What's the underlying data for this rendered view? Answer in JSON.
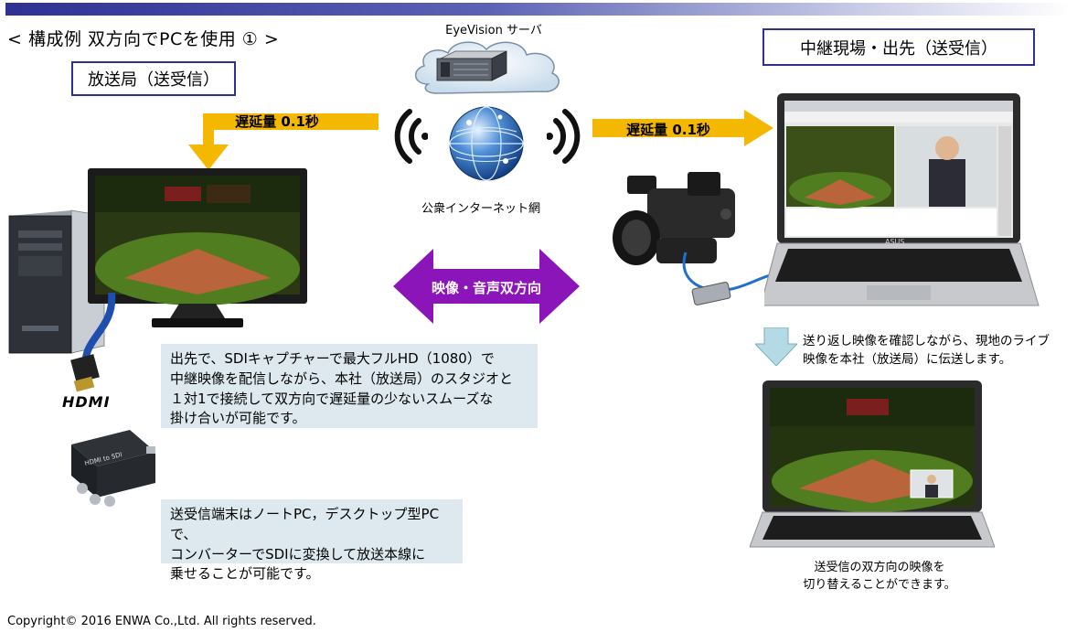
{
  "title": "< 構成例  双方向でPCを使用 ① >",
  "labels": {
    "broadcast_station": "放送局（送受信）",
    "relay_site": "中継現場・出先（送受信）",
    "server": "EyeVision サーバ",
    "internet": "公衆インターネット網",
    "delay_left": "遅延量 0.1秒",
    "delay_right": "遅延量 0.1秒",
    "bidirectional": "映像・音声双方向",
    "hdmi_logo": "HDMI",
    "converter_text": "HDMI to SDI",
    "laptop_brand": "ASUS"
  },
  "notes": {
    "main": [
      "出先で、SDIキャプチャーで最大フルHD（1080）で",
      "中継映像を配信しながら、本社（放送局）のスタジオと",
      "１対1で接続して双方向で遅延量の少ないスムーズな",
      "掛け合いが可能です。"
    ],
    "converter": [
      "送受信端末はノートPC，デスクトップ型PCで、",
      "コンバーターでSDIに変換して放送本線に",
      "乗せることが可能です。"
    ],
    "return": [
      "送り返し映像を確認しながら、現地のライブ",
      "映像を本社（放送局）に伝送します。"
    ],
    "switch": [
      "送受信の双方向の映像を",
      "切り替えることができます。"
    ]
  },
  "copyright": "Copyright© 2016  ENWA Co.,Ltd.   All rights reserved.",
  "colors": {
    "navy": "#2e3192",
    "orange_arrow": "#f5b800",
    "purple_arrow": "#8b15b8",
    "blue_arrow": "#b4dae6",
    "note_bg": "#dde9ef"
  },
  "icons": [
    "cloud-icon",
    "server-icon",
    "globe-icon",
    "wifi-signal-icon",
    "monitor-icon",
    "desktop-tower-icon",
    "hdmi-cable-icon",
    "converter-box-icon",
    "camcorder-icon",
    "laptop-icon",
    "usb-capture-icon"
  ]
}
